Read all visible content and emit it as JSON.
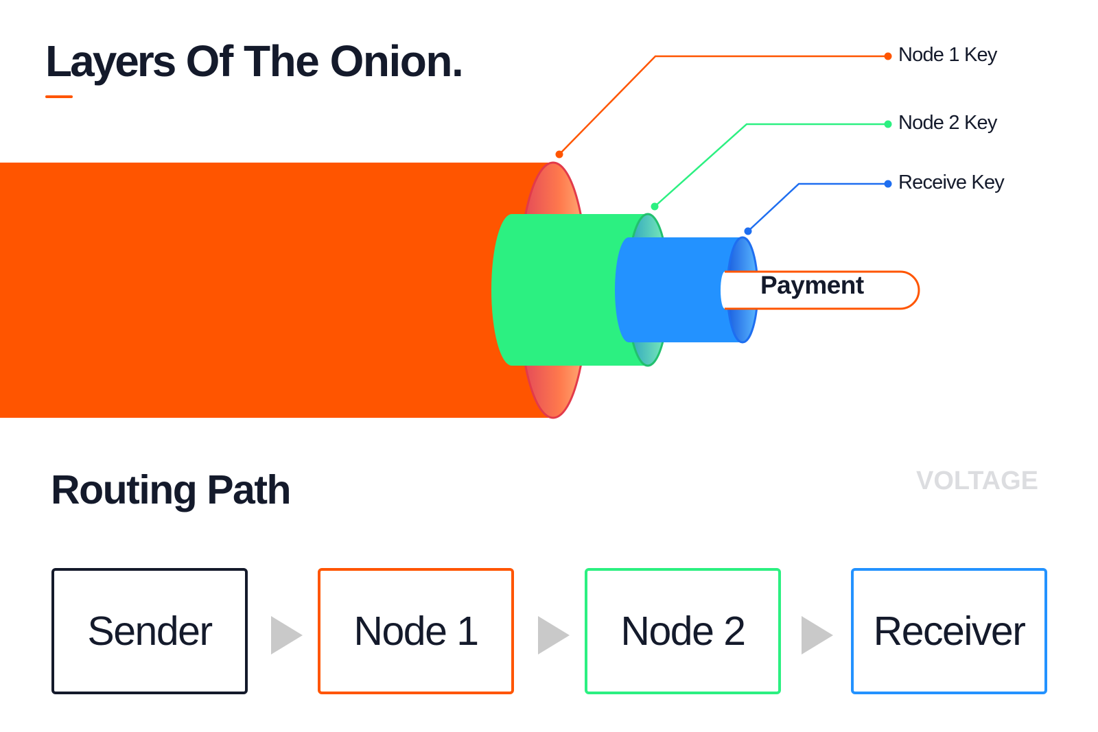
{
  "title": {
    "bold_word": "Layers",
    "rest": "Of The Onion."
  },
  "layers": {
    "node1_key": {
      "label": "Node 1 Key",
      "color": "#ff5500"
    },
    "node2_key": {
      "label": "Node 2 Key",
      "color": "#2cf081"
    },
    "receive_key": {
      "label": "Receive Key",
      "color": "#2392ff"
    },
    "payment": {
      "label": "Payment"
    }
  },
  "logo": "VOLTAGE",
  "routing": {
    "title": "Routing Path",
    "nodes": [
      {
        "label": "Sender",
        "color": "#141a2b"
      },
      {
        "label": "Node 1",
        "color": "#ff5500"
      },
      {
        "label": "Node 2",
        "color": "#2cf081"
      },
      {
        "label": "Receiver",
        "color": "#2392ff"
      }
    ],
    "arrow_color": "#c9c9c9"
  }
}
